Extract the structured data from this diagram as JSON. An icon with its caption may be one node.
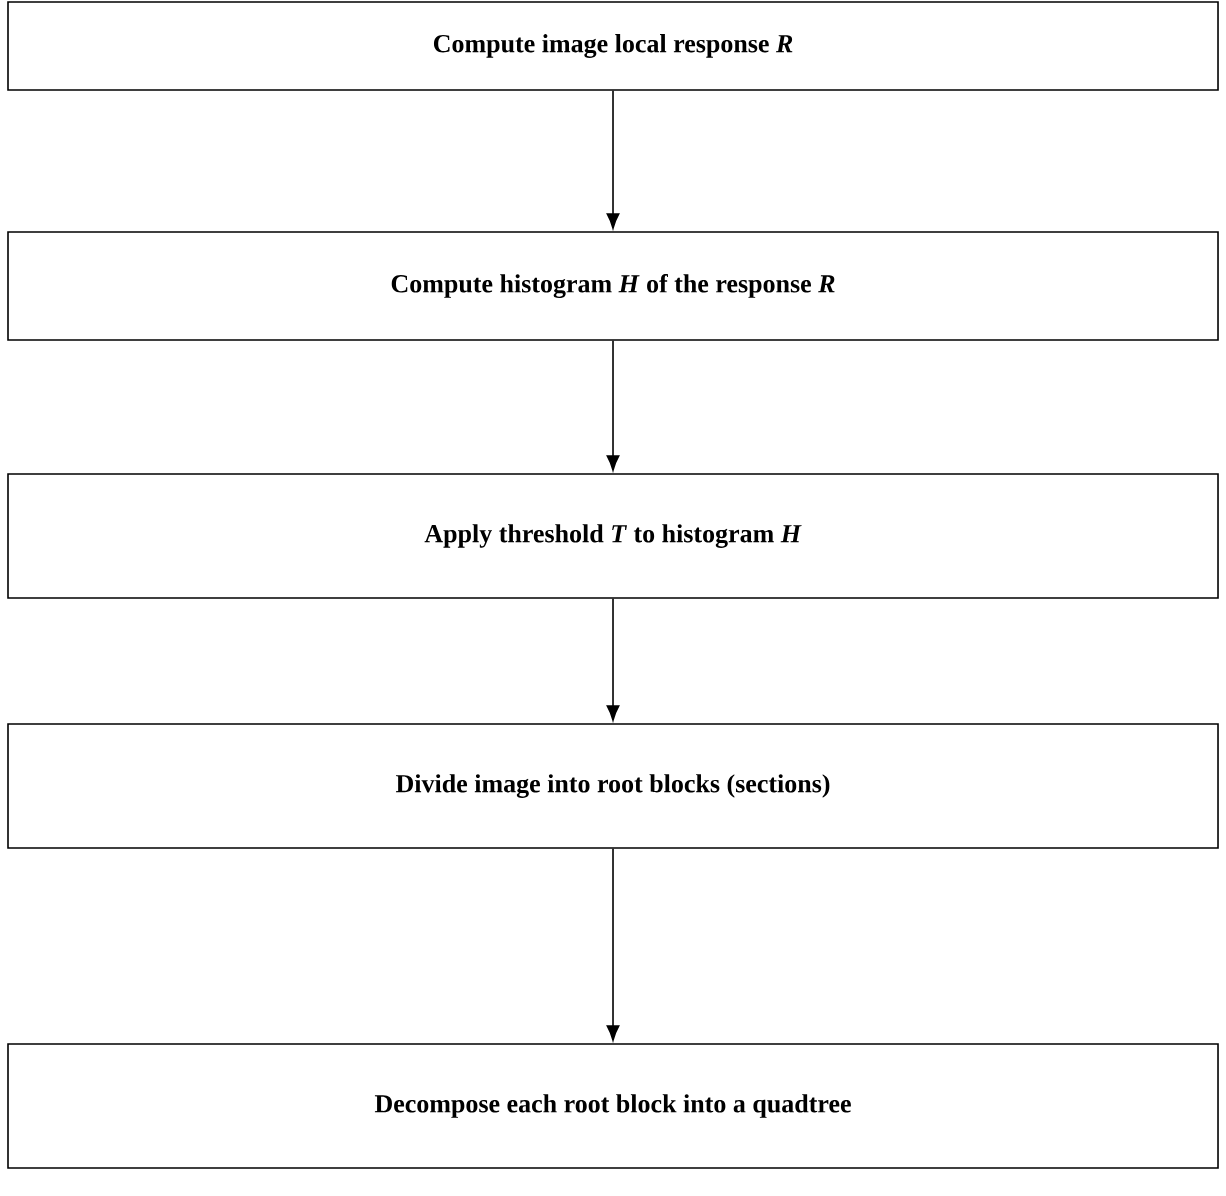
{
  "diagram": {
    "nodes": [
      {
        "text": [
          "Compute image local response *R*"
        ]
      },
      {
        "text": [
          "Compute histogram *H* of the response *R*"
        ]
      },
      {
        "text": [
          "Apply threshold *T* to histogram *H*"
        ]
      },
      {
        "text": [
          "Divide image into root blocks (sections)"
        ]
      },
      {
        "text": [
          "Decompose each root block into a quadtree"
        ]
      }
    ],
    "edges": [
      {
        "from": 0,
        "to": 1,
        "arrow": "to"
      },
      {
        "from": 1,
        "to": 2,
        "arrow": "to"
      },
      {
        "from": 2,
        "to": 3,
        "arrow": "to"
      },
      {
        "from": 3,
        "to": 4,
        "arrow": "to"
      }
    ]
  }
}
